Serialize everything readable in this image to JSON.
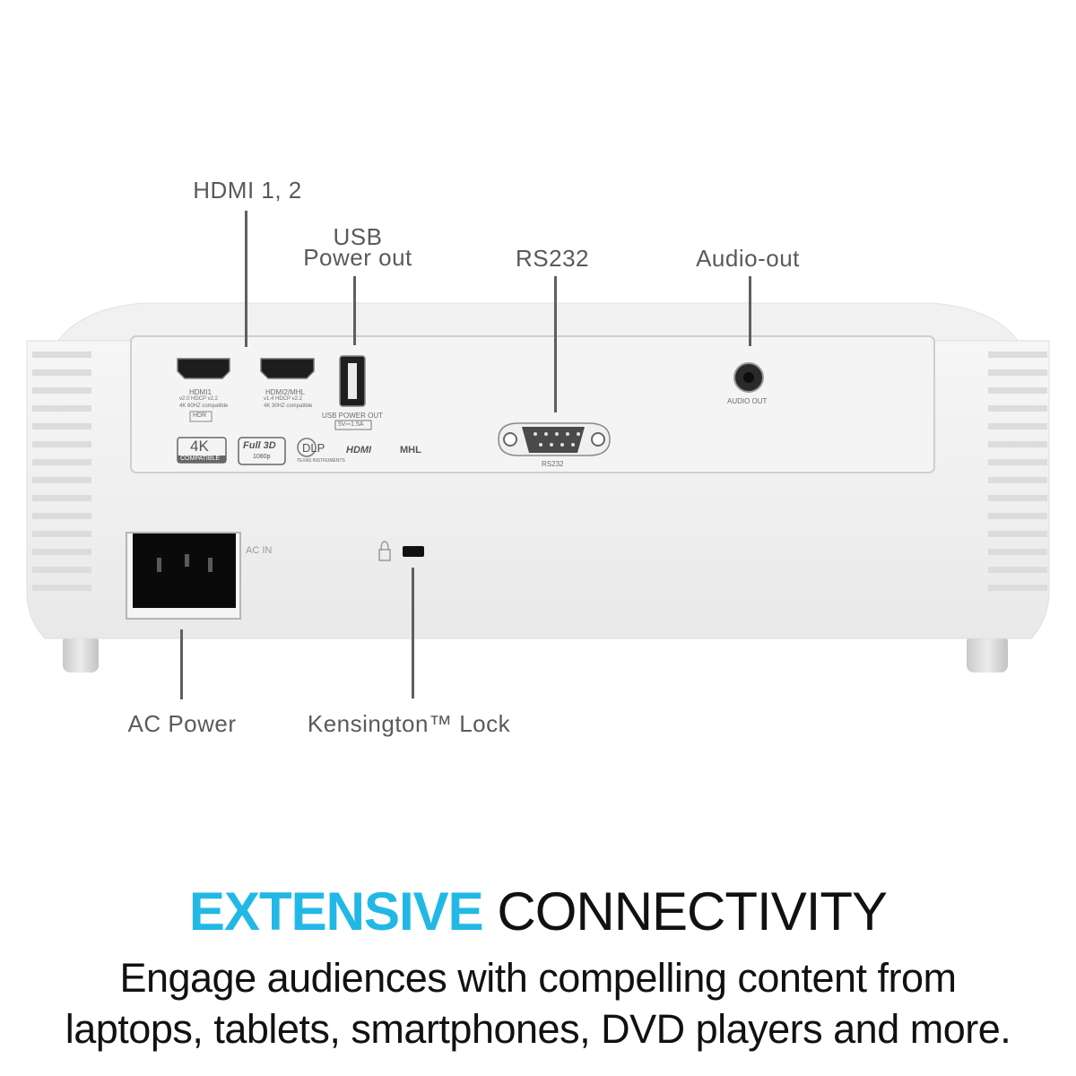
{
  "callouts": {
    "hdmi": "HDMI 1, 2",
    "usb_line1": "USB",
    "usb_line2": "Power out",
    "rs232": "RS232",
    "audio": "Audio-out",
    "ac_power": "AC Power",
    "kensington": "Kensington™ Lock"
  },
  "panel": {
    "hdmi1_title": "HDMI1",
    "hdmi1_spec1": "v2.0 HDCP v2.2",
    "hdmi1_spec2": "4K 60HZ compatible",
    "hdr": "HDR",
    "hdmi2_title": "HDMI2/MHL",
    "hdmi2_spec1": "v1.4 HDCP v2.2",
    "hdmi2_spec2": "4K 30HZ compatible",
    "usb_label": "USB POWER OUT",
    "usb_rating": "5V⎓1.5A",
    "rs232_label": "RS232",
    "audio_label": "AUDIO OUT",
    "ac_in": "AC IN",
    "logo_4k": "4K",
    "logo_4k_sub": "COMPATIBLE",
    "logo_3d": "Full 3D",
    "logo_3d_sub": "1080p",
    "logo_dlp": "DLP",
    "logo_dlp_sub": "TEXAS INSTRUMENTS",
    "logo_hdmi": "HDMI",
    "logo_mhl": "MHL"
  },
  "headline": {
    "accent": "EXTENSIVE",
    "rest": " CONNECTIVITY"
  },
  "body": {
    "line1": "Engage audiences with compelling content from",
    "line2": "laptops, tablets, smartphones, DVD players and more."
  },
  "colors": {
    "accent": "#22b8e6",
    "text": "#111111",
    "callout": "#5a5a5a"
  }
}
